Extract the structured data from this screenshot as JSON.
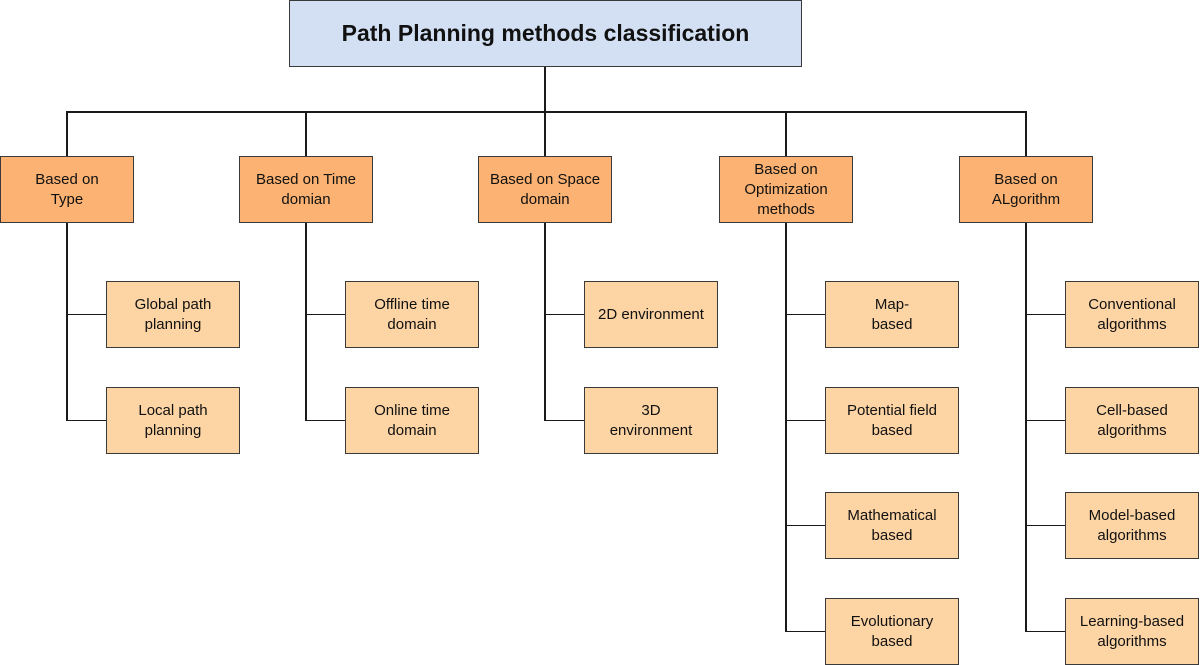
{
  "title": "Path Planning methods classification",
  "categories": [
    {
      "label": "Based on\nType",
      "children": [
        "Global path\nplanning",
        "Local path\nplanning"
      ]
    },
    {
      "label": "Based on Time\ndomian",
      "children": [
        "Offline time\ndomain",
        "Online time\ndomain"
      ]
    },
    {
      "label": "Based on Space\ndomain",
      "children": [
        "2D environment",
        "3D\nenvironment"
      ]
    },
    {
      "label": "Based on\nOptimization\nmethods",
      "children": [
        "Map-\nbased",
        "Potential field\nbased",
        "Mathematical\nbased",
        "Evolutionary\nbased"
      ]
    },
    {
      "label": "Based on\nALgorithm",
      "children": [
        "Conventional\nalgorithms",
        "Cell-based\nalgorithms",
        "Model-based\nalgorithms",
        "Learning-based\nalgorithms"
      ]
    }
  ],
  "colors": {
    "root_fill": "#d3e0f3",
    "category_fill": "#fbb272",
    "leaf_fill": "#fdd4a4",
    "line": "#1a1a1a"
  }
}
